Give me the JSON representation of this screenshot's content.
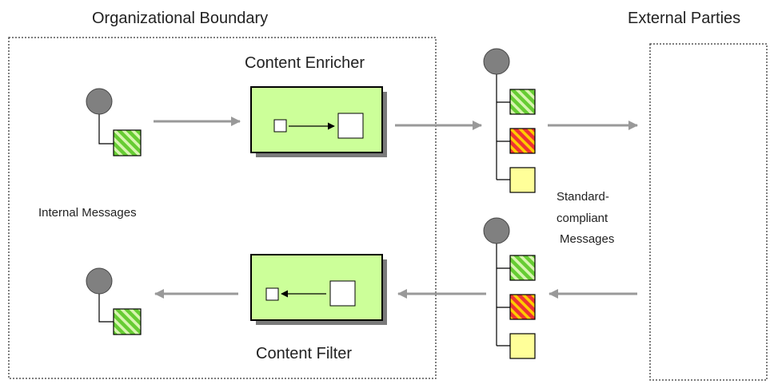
{
  "labels": {
    "organizational_boundary": "Organizational Boundary",
    "external_parties": "External Parties",
    "content_enricher": "Content Enricher",
    "content_filter": "Content Filter",
    "internal_messages": "Internal Messages",
    "standard_line1": "Standard-",
    "standard_line2": "compliant",
    "standard_line3": "Messages"
  },
  "colors": {
    "component_fill": "#ccff99",
    "message_green": "#66cc33",
    "message_red": "#ee3333",
    "message_orange": "#ffcc00",
    "message_yellow": "#ffff99",
    "arrow": "#999999",
    "node": "#808080"
  }
}
